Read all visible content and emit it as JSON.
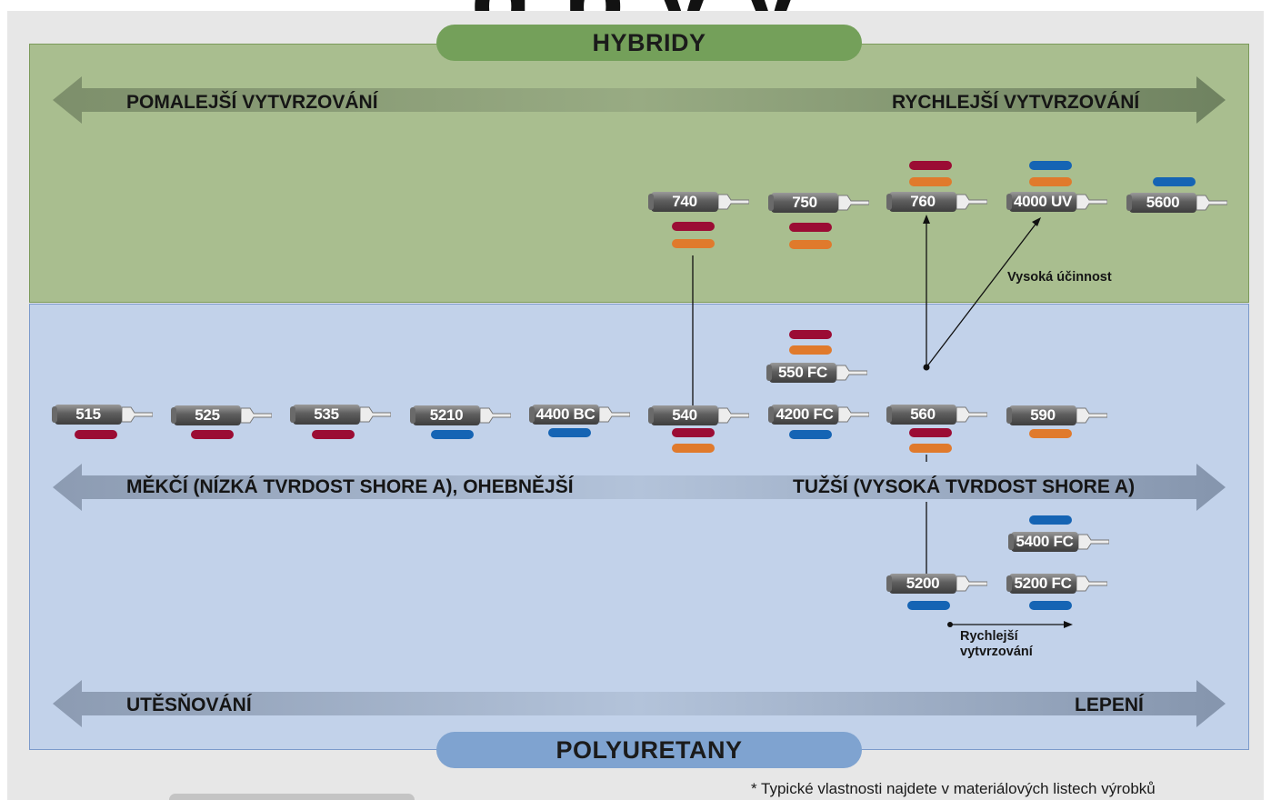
{
  "heading": "g   p   y   y",
  "sections": {
    "hybrid_label": "HYBRIDY",
    "pu_label": "POLYURETANY"
  },
  "axes": {
    "cure": {
      "left": "POMALEJŠÍ VYTVRZOVÁNÍ",
      "right": "RYCHLEJŠÍ VYTVRZOVÁNÍ"
    },
    "hardness": {
      "left": "MĚKČÍ (NÍZKÁ TVRDOST SHORE A), OHEBNĚJŠÍ",
      "right": "TUŽŠÍ (VYSOKÁ TVRDOST SHORE A)"
    },
    "use": {
      "left": "UTĚSŇOVÁNÍ",
      "right": "LEPENÍ"
    }
  },
  "products": {
    "p740": "740",
    "p750": "750",
    "p760": "760",
    "p4000uv": "4000 UV",
    "p5600": "5600",
    "p550fc": "550 FC",
    "p515": "515",
    "p525": "525",
    "p535": "535",
    "p5210": "5210",
    "p4400bc": "4400 BC",
    "p540": "540",
    "p4200fc": "4200 FC",
    "p560": "560",
    "p590": "590",
    "p5400fc": "5400 FC",
    "p5200": "5200",
    "p5200fc": "5200 FC"
  },
  "notes": {
    "high_efficiency": "Vysoká účinnost",
    "faster_cure_1": "Rychlejší",
    "faster_cure_2": "vytvrzování"
  },
  "footnote": "* Typické vlastnosti najdete v materiálových listech výrobků",
  "colors": {
    "red": "#9b0c34",
    "orange": "#e07a2c",
    "blue": "#1564b4",
    "hybrid_bg": "#a9be8f",
    "pu_bg": "#c2d2ea"
  },
  "icons": {
    "cartridge": "sealant-cartridge-icon"
  }
}
